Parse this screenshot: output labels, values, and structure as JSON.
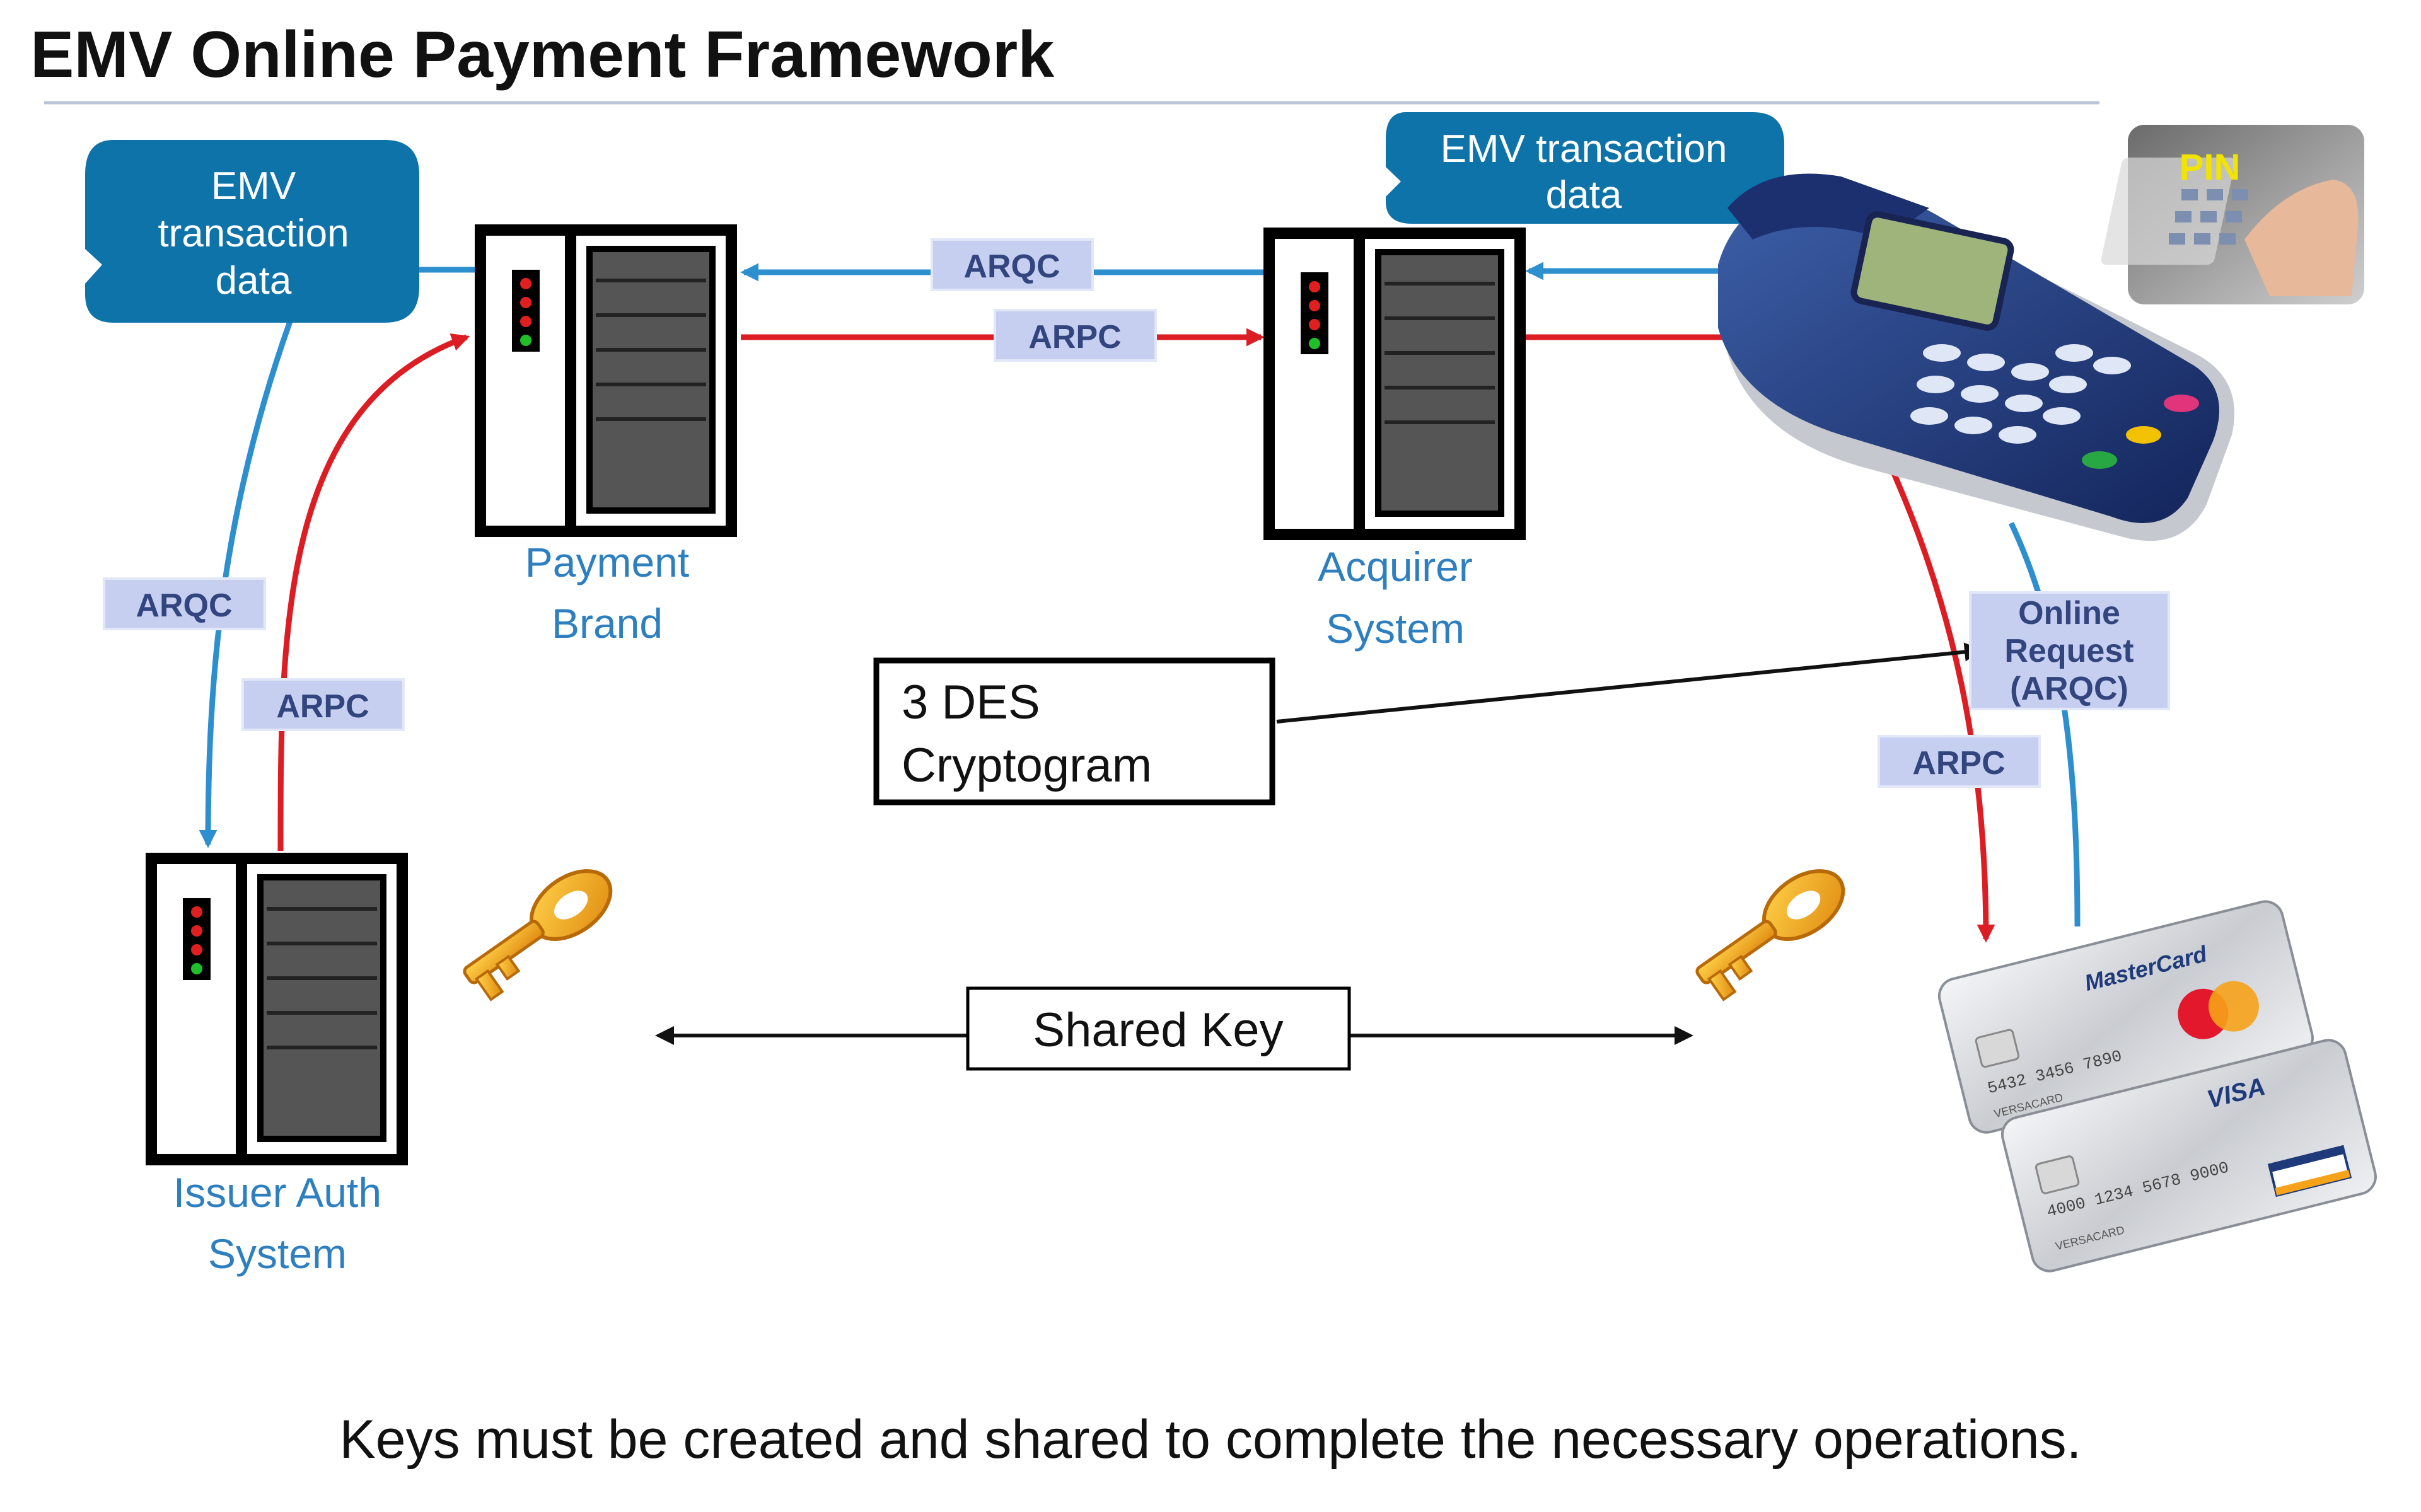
{
  "title": "EMV Online Payment Framework",
  "bubbles": {
    "left": [
      "EMV",
      "transaction",
      "data"
    ],
    "right": [
      "EMV transaction",
      "data"
    ]
  },
  "servers": {
    "payment_brand": [
      "Payment",
      "Brand"
    ],
    "acquirer": [
      "Acquirer",
      "System"
    ],
    "issuer": [
      "Issuer Auth",
      "System"
    ]
  },
  "tags": {
    "arqc_top": "ARQC",
    "arpc_top": "ARPC",
    "arqc_left": "ARQC",
    "arpc_left": "ARPC",
    "online_request": [
      "Online",
      "Request",
      "(ARQC)"
    ],
    "arpc_right": "ARPC"
  },
  "cryptogram_box": [
    "3 DES",
    "Cryptogram"
  ],
  "shared_key_label": "Shared Key",
  "pin_label": "PIN",
  "cards": {
    "mastercard_brand": "MasterCard",
    "visa_brand": "VISA",
    "mastercard_number": "5432 3456 7890",
    "visa_number": "4000 1234 5678 9000",
    "holder": "VERSACARD"
  },
  "caption": "Keys must be created and shared to complete the necessary operations.",
  "colors": {
    "flow_blue": "#2e8fcf",
    "flow_red": "#dc1e24",
    "bubble": "#0d73a8",
    "tag_fill": "#c6cff0",
    "label_blue": "#2d7fc0"
  }
}
